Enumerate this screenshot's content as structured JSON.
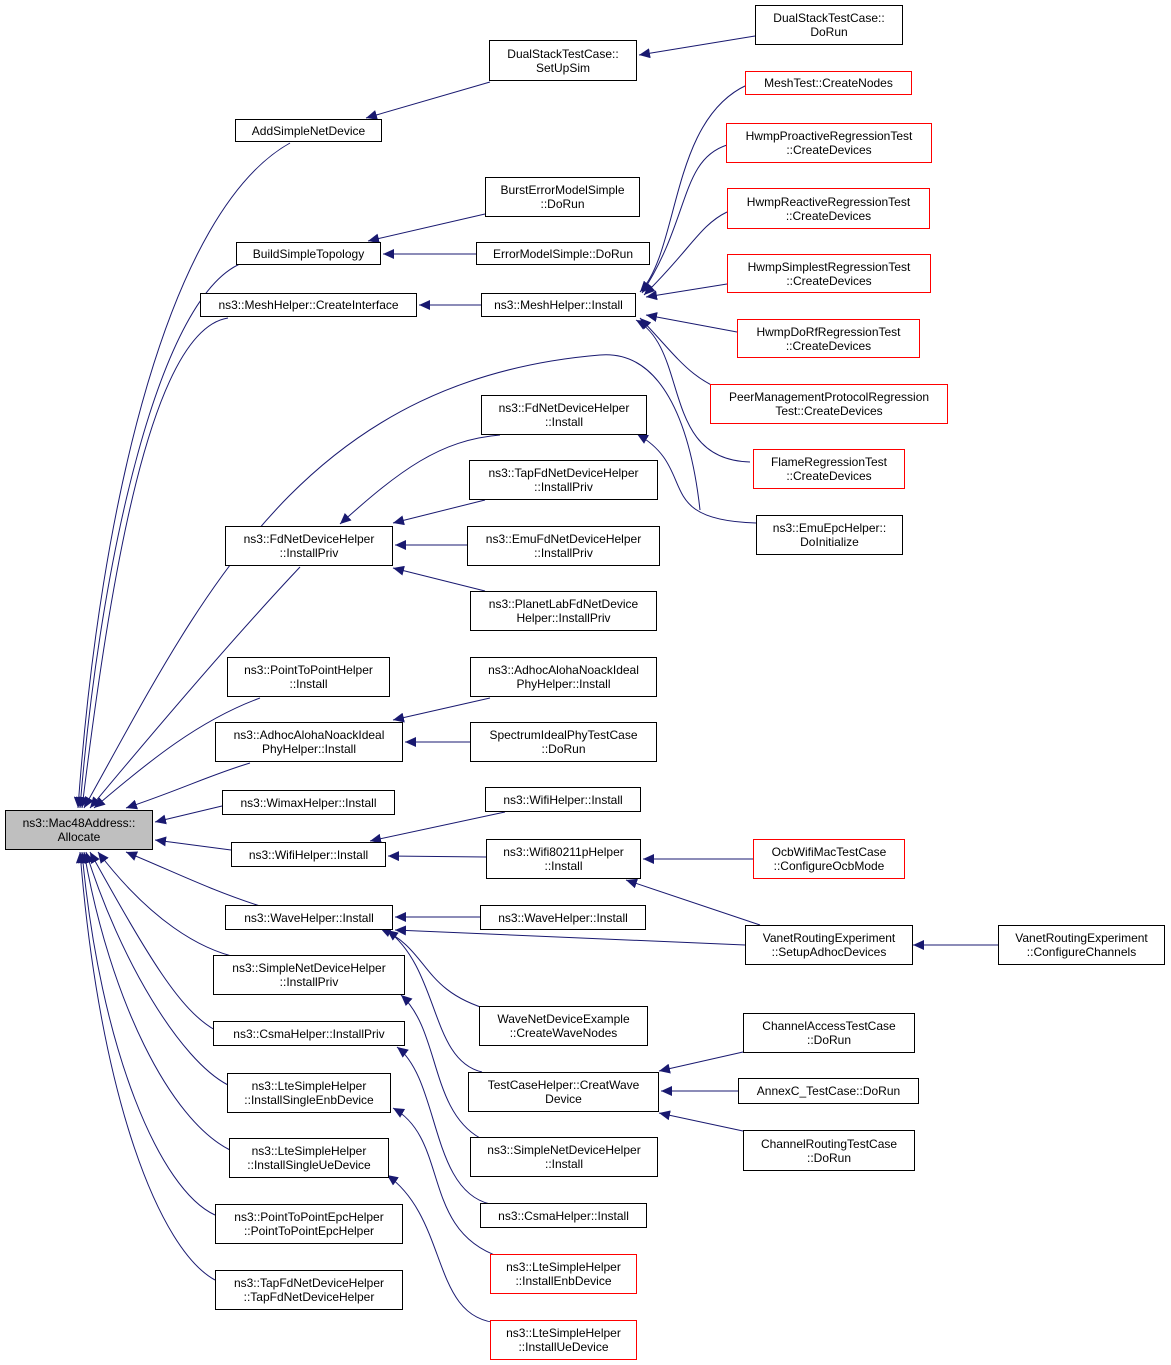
{
  "colors": {
    "edge": "#191970",
    "border_default": "#000000",
    "border_truncated": "#ff0000",
    "root_fill": "#bfbfbf"
  },
  "nodes": [
    {
      "id": "root",
      "lines": [
        "ns3::Mac48Address::",
        "Allocate"
      ]
    },
    {
      "id": "add_simple",
      "lines": [
        "AddSimpleNetDevice"
      ]
    },
    {
      "id": "dual_setup",
      "lines": [
        "DualStackTestCase::",
        "SetUpSim"
      ]
    },
    {
      "id": "dual_run",
      "lines": [
        "DualStackTestCase::",
        "DoRun"
      ]
    },
    {
      "id": "build_topo",
      "lines": [
        "BuildSimpleTopology"
      ]
    },
    {
      "id": "burst_run",
      "lines": [
        "BurstErrorModelSimple",
        "::DoRun"
      ]
    },
    {
      "id": "errmodel_run",
      "lines": [
        "ErrorModelSimple::DoRun"
      ]
    },
    {
      "id": "mesh_createif",
      "lines": [
        "ns3::MeshHelper::CreateInterface"
      ]
    },
    {
      "id": "mesh_install",
      "lines": [
        "ns3::MeshHelper::Install"
      ]
    },
    {
      "id": "meshtest_nodes",
      "lines": [
        "MeshTest::CreateNodes"
      ]
    },
    {
      "id": "hwmp_pro",
      "lines": [
        "HwmpProactiveRegressionTest",
        "::CreateDevices"
      ]
    },
    {
      "id": "hwmp_rea",
      "lines": [
        "HwmpReactiveRegressionTest",
        "::CreateDevices"
      ]
    },
    {
      "id": "hwmp_sim",
      "lines": [
        "HwmpSimplestRegressionTest",
        "::CreateDevices"
      ]
    },
    {
      "id": "hwmp_dorf",
      "lines": [
        "HwmpDoRfRegressionTest",
        "::CreateDevices"
      ]
    },
    {
      "id": "peer_mgmt",
      "lines": [
        "PeerManagementProtocolRegression",
        "Test::CreateDevices"
      ]
    },
    {
      "id": "flame",
      "lines": [
        "FlameRegressionTest",
        "::CreateDevices"
      ]
    },
    {
      "id": "emu_epc",
      "lines": [
        "ns3::EmuEpcHelper::",
        "DoInitialize"
      ]
    },
    {
      "id": "fd_install",
      "lines": [
        "ns3::FdNetDeviceHelper",
        "::Install"
      ]
    },
    {
      "id": "tapfd_priv",
      "lines": [
        "ns3::TapFdNetDeviceHelper",
        "::InstallPriv"
      ]
    },
    {
      "id": "fd_priv",
      "lines": [
        "ns3::FdNetDeviceHelper",
        "::InstallPriv"
      ]
    },
    {
      "id": "emufd_priv",
      "lines": [
        "ns3::EmuFdNetDeviceHelper",
        "::InstallPriv"
      ]
    },
    {
      "id": "planet_priv",
      "lines": [
        "ns3::PlanetLabFdNetDevice",
        "Helper::InstallPriv"
      ]
    },
    {
      "id": "p2p_install",
      "lines": [
        "ns3::PointToPointHelper",
        "::Install"
      ]
    },
    {
      "id": "adhoc_right",
      "lines": [
        "ns3::AdhocAlohaNoackIdeal",
        "PhyHelper::Install"
      ]
    },
    {
      "id": "adhoc_left",
      "lines": [
        "ns3::AdhocAlohaNoackIdeal",
        "PhyHelper::Install"
      ]
    },
    {
      "id": "spectrum_run",
      "lines": [
        "SpectrumIdealPhyTestCase",
        "::DoRun"
      ]
    },
    {
      "id": "wimax",
      "lines": [
        "ns3::WimaxHelper::Install"
      ]
    },
    {
      "id": "wifi_right",
      "lines": [
        "ns3::WifiHelper::Install"
      ]
    },
    {
      "id": "wifi_left",
      "lines": [
        "ns3::WifiHelper::Install"
      ]
    },
    {
      "id": "wifi80211p",
      "lines": [
        "ns3::Wifi80211pHelper",
        "::Install"
      ]
    },
    {
      "id": "ocb",
      "lines": [
        "OcbWifiMacTestCase",
        "::ConfigureOcbMode"
      ]
    },
    {
      "id": "wave_left",
      "lines": [
        "ns3::WaveHelper::Install"
      ]
    },
    {
      "id": "wave_right",
      "lines": [
        "ns3::WaveHelper::Install"
      ]
    },
    {
      "id": "vanet_setup",
      "lines": [
        "VanetRoutingExperiment",
        "::SetupAdhocDevices"
      ]
    },
    {
      "id": "vanet_conf",
      "lines": [
        "VanetRoutingExperiment",
        "::ConfigureChannels"
      ]
    },
    {
      "id": "simple_priv",
      "lines": [
        "ns3::SimpleNetDeviceHelper",
        "::InstallPriv"
      ]
    },
    {
      "id": "wave_example",
      "lines": [
        "WaveNetDeviceExample",
        "::CreateWaveNodes"
      ]
    },
    {
      "id": "csma_priv",
      "lines": [
        "ns3::CsmaHelper::InstallPriv"
      ]
    },
    {
      "id": "chan_access",
      "lines": [
        "ChannelAccessTestCase",
        "::DoRun"
      ]
    },
    {
      "id": "testcase_helper",
      "lines": [
        "TestCaseHelper::CreatWave",
        "Device"
      ]
    },
    {
      "id": "annexc",
      "lines": [
        "AnnexC_TestCase::DoRun"
      ]
    },
    {
      "id": "lte_enb",
      "lines": [
        "ns3::LteSimpleHelper",
        "::InstallSingleEnbDevice"
      ]
    },
    {
      "id": "chan_routing",
      "lines": [
        "ChannelRoutingTestCase",
        "::DoRun"
      ]
    },
    {
      "id": "lte_ue",
      "lines": [
        "ns3::LteSimpleHelper",
        "::InstallSingleUeDevice"
      ]
    },
    {
      "id": "simple_install",
      "lines": [
        "ns3::SimpleNetDeviceHelper",
        "::Install"
      ]
    },
    {
      "id": "csma_install",
      "lines": [
        "ns3::CsmaHelper::Install"
      ]
    },
    {
      "id": "p2p_epc",
      "lines": [
        "ns3::PointToPointEpcHelper",
        "::PointToPointEpcHelper"
      ]
    },
    {
      "id": "lte_install_enb",
      "lines": [
        "ns3::LteSimpleHelper",
        "::InstallEnbDevice"
      ]
    },
    {
      "id": "tapfd_ctor",
      "lines": [
        "ns3::TapFdNetDeviceHelper",
        "::TapFdNetDeviceHelper"
      ]
    },
    {
      "id": "lte_install_ue",
      "lines": [
        "ns3::LteSimpleHelper",
        "::InstallUeDevice"
      ]
    }
  ]
}
